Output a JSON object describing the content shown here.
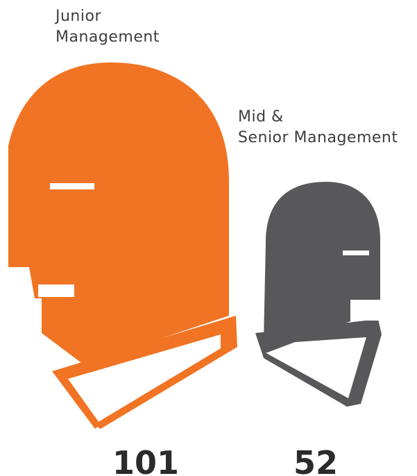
{
  "chart_data": {
    "type": "pictograph",
    "categories": [
      {
        "label_lines": [
          "Junior",
          "Management"
        ],
        "value": 101,
        "color": "#f07424"
      },
      {
        "label_lines": [
          "Mid &",
          "Senior Management"
        ],
        "value": 52,
        "color": "#58585a"
      }
    ]
  }
}
